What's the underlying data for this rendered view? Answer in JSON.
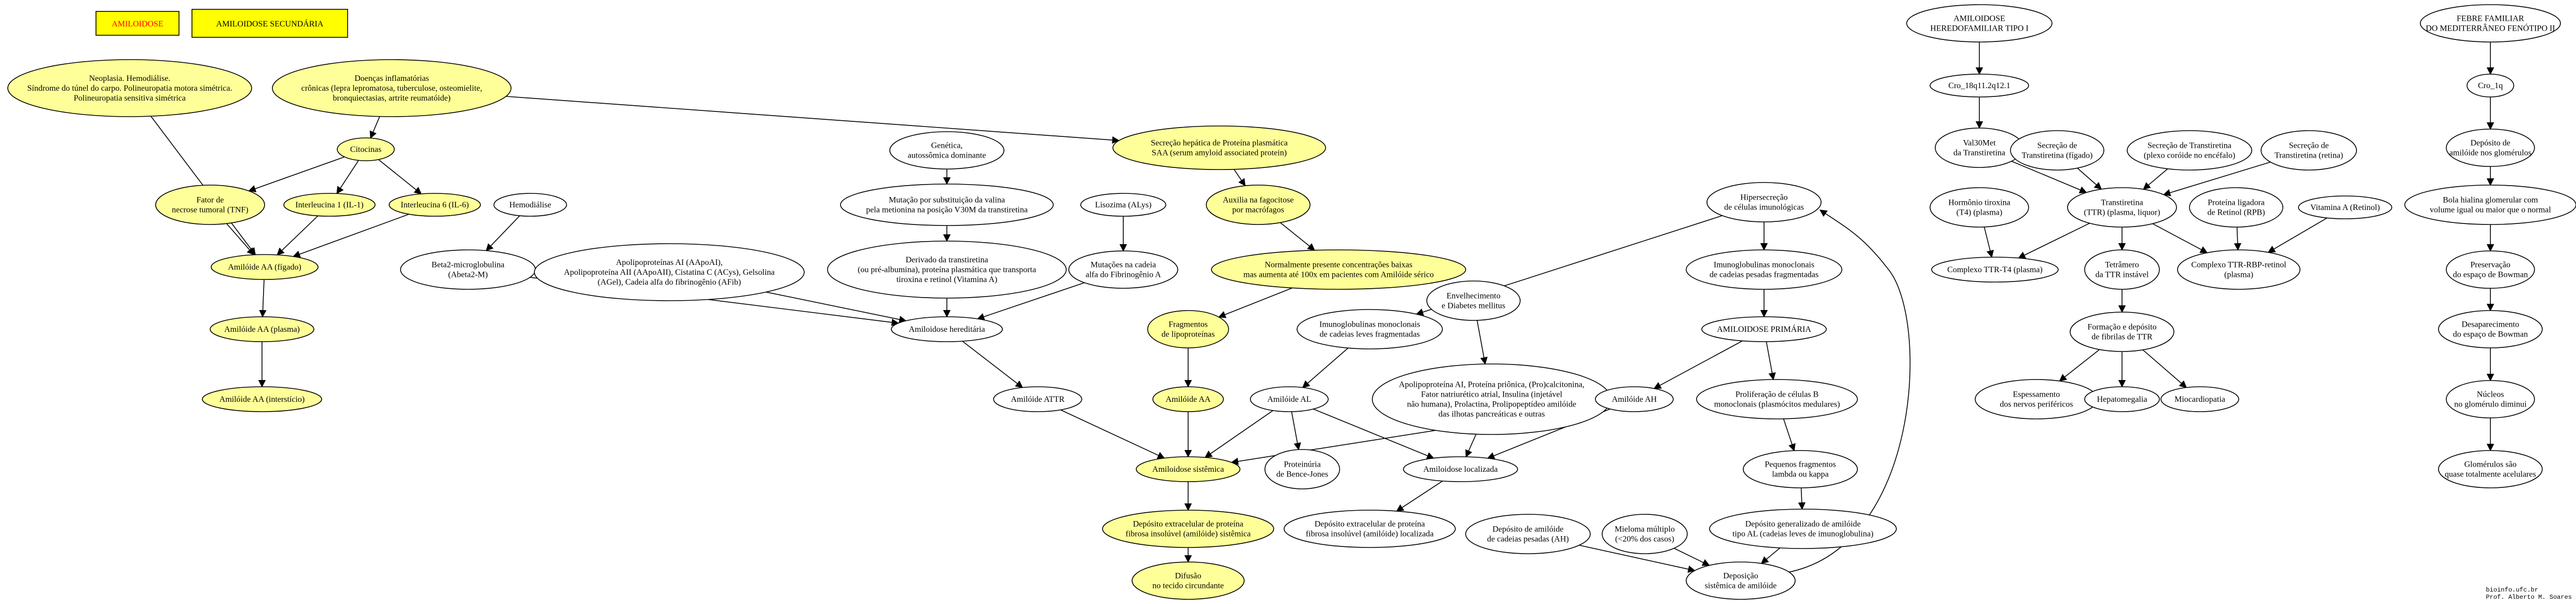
{
  "legend": {
    "amiloidose": "AMILOIDOSE",
    "secundaria": "AMILOIDOSE SECUNDÁRIA"
  },
  "colors": {
    "yellow": "#ffff99",
    "legend_yellow": "#ffff00",
    "legend_red": "#ff0000",
    "white": "#ffffff",
    "stroke": "#000000"
  },
  "nodes": {
    "neoplasia": "Neoplasia. Hemodiálise.\nSíndrome do túnel do carpo. Polineuropatia motora simétrica.\nPolineuropatia sensitiva simétrica",
    "doencas": "Doenças inflamatórias\ncrônicas (lepra lepromatosa, tuberculose, osteomielite,\nbronquiectasias, artrite reumatóide)",
    "citocinas": "Citocinas",
    "tnf": "Fator de\nnecrose tumoral (TNF)",
    "il1": "Interleucina 1 (IL-1)",
    "il6": "Interleucina 6 (IL-6)",
    "hemodialise": "Hemodiálise",
    "aa_figado": "Amilóide AA (fígado)",
    "aa_plasma": "Amilóide AA (plasma)",
    "aa_intersticio": "Amilóide AA (interstício)",
    "beta2": "Beta2-microglobulina\n(Abeta2-M)",
    "apolipo": "Apolipoproteínas AI (AApoAI),\nApolipoproteína AII (AApoAII), Cistatina C (ACys), Gelsolina\n(AGel), Cadeia alfa do fibrinogênio (AFib)",
    "genetica": "Genética,\nautossômica dominante",
    "mutacao": "Mutação por substituição da valina\npela metionina na posição V30M da transtiretina",
    "derivado": "Derivado da transtiretina\n(ou pré-albumina), proteína plasmática que transporta\ntiroxina e retinol (Vitamina A)",
    "lisozima": "Lisozima (ALys)",
    "mutacoes_cadeia": "Mutações na cadeia\nalfa do Fibrinogênio A",
    "hereditaria": "Amiloidose hereditária",
    "attr": "Amilóide ATTR",
    "secrecao_saa": "Secreção hepática de Proteína plasmática\nSAA (serum amyloid associated protein)",
    "auxilia": "Auxilia na fagocitose\npor macrófagos",
    "normalmente": "Normalmente presente concentrações baixas\nmas aumenta até 100x em pacientes com Amilóide sérico",
    "fragmentos": "Fragmentos\nde lipoproteínas",
    "amiloide_aa": "Amilóide AA",
    "sistemica": "Amiloidose sistêmica",
    "deposito_extra1": "Depósito extracelular de proteína\nfibrosa insolúvel (amilóide) sistêmica",
    "difusao": "Difusão\nno tecido circundante",
    "imuno_leves": "Imunoglobulinas monoclonais\nde cadeias leves fragmentadas",
    "envelhecimento": "Envelhecimento\ne Diabetes mellitus",
    "apolipo_al": "Apolipoproteína AI, Proteína priônica, (Pro)calcitonina,\nFator natriurético atrial, Insulina (injetável\nnão humana), Prolactina, Prolipopeptídeo amilóide\ndas ilhotas pancreáticas e outras",
    "amiloide_al": "Amilóide AL",
    "proteinuria": "Proteinúria\nde Bence-Jones",
    "localizada": "Amiloidose localizada",
    "deposito_extra2": "Depósito extracelular de proteína\nfibrosa insolúvel (amilóide) localizada",
    "hipersecrecao": "Hipersecreção\nde células imunológicas",
    "imuno_pesadas": "Imunoglobulinas monoclonais\nde cadeias pesadas fragmentadas",
    "primaria": "AMILOIDOSE PRIMÁRIA",
    "amiloide_ah": "Amilóide AH",
    "proliferacao": "Proliferação de células B\nmonoclonais (plasmócitos medulares)",
    "pequenos": "Pequenos fragmentos\nlambda ou kappa",
    "dep_generalizado": "Depósito generalizado de amilóide\ntipo AL (cadeias leves de imunoglobulina)",
    "dep_pesadas": "Depósito de amilóide\nde cadeias pesadas (AH)",
    "mieloma": "Mieloma múltiplo\n(<20% dos casos)",
    "dep_sistemica": "Deposição\nsistêmica de amilóide",
    "heredofamiliar": "AMILOIDOSE\nHEREDOFAMILIAR TIPO I",
    "cro18": "Cro_18q11.2q12.1",
    "val30met": "Val30Met\nda Transtiretina",
    "sec_figado": "Secreção de\nTranstiretina (fígado)",
    "sec_plexo": "Secreção de Transtiretina\n(plexo coróide no encéfalo)",
    "sec_retina": "Secreção de\nTranstiretina (retina)",
    "hormonio": "Hormônio tiroxina\n(T4) (plasma)",
    "transtiretina": "Transtiretina\n(TTR) (plasma, liquor)",
    "rbp": "Proteína ligadora\nde Retinol (RPB)",
    "vitamina": "Vitamina A (Retinol)",
    "complexo_t4": "Complexo TTR-T4 (plasma)",
    "tetramero": "Tetrâmero\nda TTR instável",
    "complexo_rbp": "Complexo TTR-RBP-retinol\n(plasma)",
    "formacao": "Formação e depósito\nde fibrilas de TTR",
    "espessamento": "Espessamento\ndos nervos periféricos",
    "hepatomegalia": "Hepatomegalia",
    "miocardiopatia": "Miocardiopatia",
    "febre": "FEBRE FAMILIAR\nDO MEDITERRÂNEO FENÓTIPO II",
    "cro1": "Cro_1q",
    "dep_glomerulos": "Depósito de\namilóide nos glomérulos",
    "bola": "Bola hialina glomerular com\nvolume igual ou maior que o normal",
    "preservacao": "Preservação\ndo espaço de Bowman",
    "desaparecimento": "Desaparecimento\ndo espaço de Bowman",
    "nucleos": "Núcleos\nno glomérulo diminui",
    "glomerulos": "Glomérulos são\nquase totalmente acelulares"
  },
  "credit": {
    "line1": "bioinfo.ufc.br",
    "line2": "Prof. Alberto M. Soares"
  }
}
